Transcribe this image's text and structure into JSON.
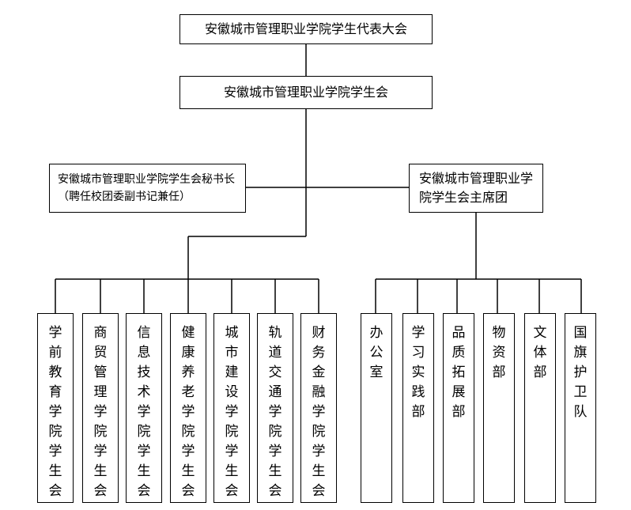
{
  "top_box": {
    "text": "安徽城市管理职业学院学生代表大会"
  },
  "union_box": {
    "text": "安徽城市管理职业学院学生会"
  },
  "secretary_box": {
    "text": "安徽城市管理职业学院学生会秘书长（聘任校团委副书记兼任）"
  },
  "presidium_box": {
    "text": "安徽城市管理职业学院学生会主席团"
  },
  "left_units": [
    {
      "text": "学前教育学院学生会"
    },
    {
      "text": "商贸管理学院学生会"
    },
    {
      "text": "信息技术学院学生会"
    },
    {
      "text": "健康养老学院学生会"
    },
    {
      "text": "城市建设学院学生会"
    },
    {
      "text": "轨道交通学院学生会"
    },
    {
      "text": "财务金融学院学生会"
    }
  ],
  "right_units": [
    {
      "text": "办公室"
    },
    {
      "text": "学习实践部"
    },
    {
      "text": "品质拓展部"
    },
    {
      "text": "物资部"
    },
    {
      "text": "文体部"
    },
    {
      "text": "国旗护卫队"
    }
  ]
}
